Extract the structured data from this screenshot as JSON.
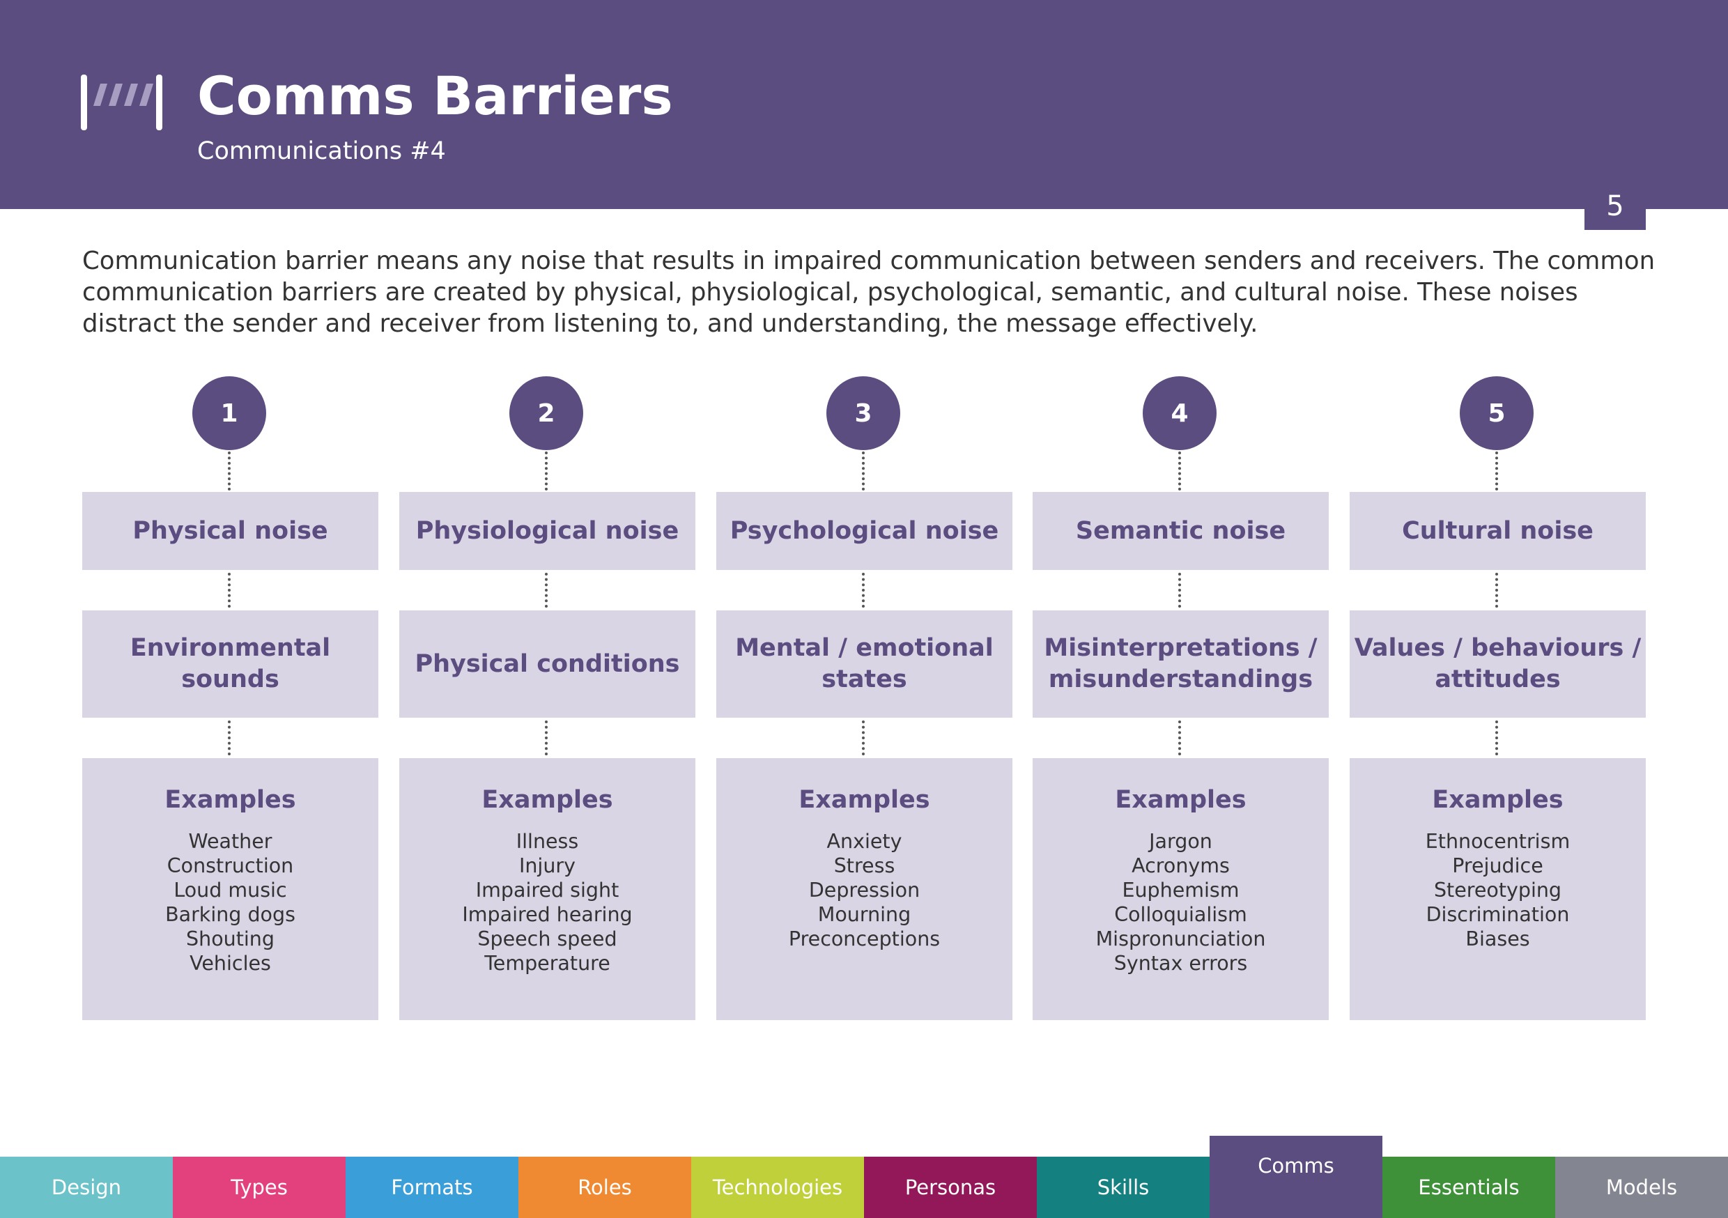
{
  "header": {
    "title": "Comms Barriers",
    "subtitle": "Communications #4",
    "logo_icon": "barrier-icon",
    "background": "#5b4d80"
  },
  "page_number": "5",
  "intro": "Communication barrier means any noise that results in impaired communication between senders and receivers. The common communication barriers are created by physical, physiological, psychological, semantic, and cultural noise. These noises distract the sender and receiver from listening to, and understanding, the message effectively.",
  "columns": [
    {
      "number": "1",
      "noise": "Physical noise",
      "category": "Environmental sounds",
      "examples_title": "Examples",
      "examples": [
        "Weather",
        "Construction",
        "Loud music",
        "Barking dogs",
        "Shouting",
        "Vehicles"
      ]
    },
    {
      "number": "2",
      "noise": "Physiological noise",
      "category": "Physical conditions",
      "examples_title": "Examples",
      "examples": [
        "Illness",
        "Injury",
        "Impaired sight",
        "Impaired hearing",
        "Speech speed",
        "Temperature"
      ]
    },
    {
      "number": "3",
      "noise": "Psychological noise",
      "category": "Mental / emotional states",
      "examples_title": "Examples",
      "examples": [
        "Anxiety",
        "Stress",
        "Depression",
        "Mourning",
        "Preconceptions"
      ]
    },
    {
      "number": "4",
      "noise": "Semantic noise",
      "category": "Misinterpretations / misunderstandings",
      "examples_title": "Examples",
      "examples": [
        "Jargon",
        "Acronyms",
        "Euphemism",
        "Colloquialism",
        "Mispronunciation",
        "Syntax errors"
      ]
    },
    {
      "number": "5",
      "noise": "Cultural noise",
      "category": "Values / behaviours / attitudes",
      "examples_title": "Examples",
      "examples": [
        "Ethnocentrism",
        "Prejudice",
        "Stereotyping",
        "Discrimination",
        "Biases"
      ]
    }
  ],
  "tabs": [
    {
      "label": "Design",
      "color": "#6bc3c9",
      "active": false
    },
    {
      "label": "Types",
      "color": "#e3407e",
      "active": false
    },
    {
      "label": "Formats",
      "color": "#3a9ed8",
      "active": false
    },
    {
      "label": "Roles",
      "color": "#ef8a32",
      "active": false
    },
    {
      "label": "Technologies",
      "color": "#c0d03a",
      "active": false
    },
    {
      "label": "Personas",
      "color": "#93185a",
      "active": false
    },
    {
      "label": "Skills",
      "color": "#148080",
      "active": false
    },
    {
      "label": "Comms",
      "color": "#5b4d80",
      "active": true
    },
    {
      "label": "Essentials",
      "color": "#3f9139",
      "active": false
    },
    {
      "label": "Models",
      "color": "#838590",
      "active": false
    }
  ]
}
